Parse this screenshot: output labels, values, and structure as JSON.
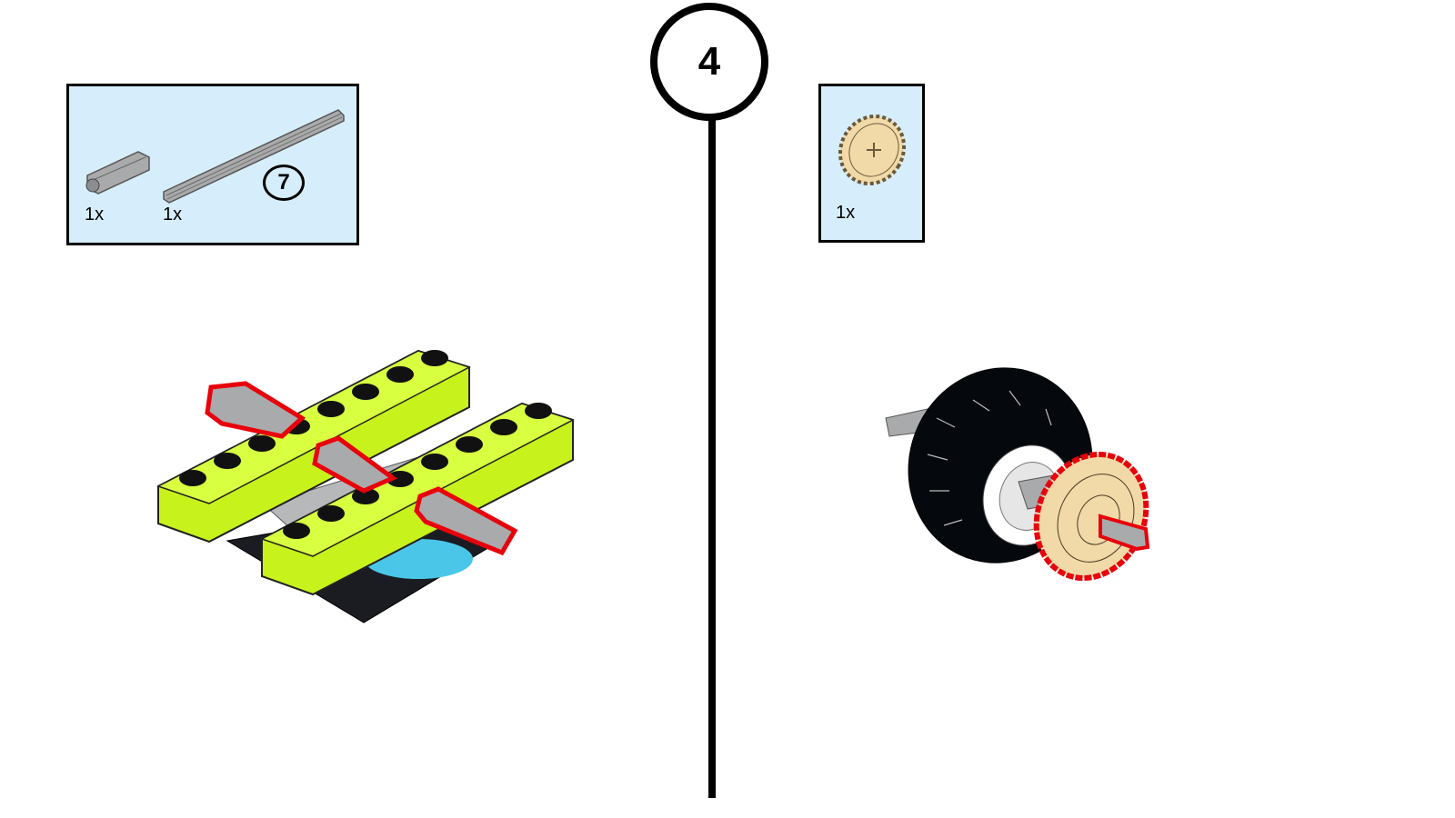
{
  "step": {
    "number": "4"
  },
  "left_parts": {
    "items": [
      {
        "name": "axle-connector",
        "qty": "1x"
      },
      {
        "name": "axle",
        "qty": "1x",
        "length": "7"
      }
    ]
  },
  "right_parts": {
    "items": [
      {
        "name": "gear",
        "qty": "1x"
      }
    ]
  },
  "colors": {
    "lime": "#c8f21c",
    "highlight": "#e8000b",
    "tan": "#f1d9a8",
    "box_bg": "#d6eefb"
  }
}
